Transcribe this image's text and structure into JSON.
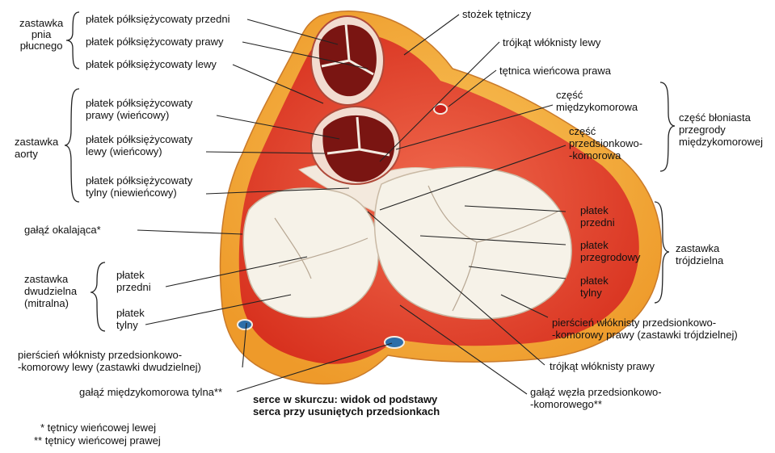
{
  "groups": {
    "pulmonary_valve": [
      "zastawka",
      "pnia",
      "płucnego"
    ],
    "aortic_valve": [
      "zastawka",
      "aorty"
    ],
    "membranous_part": [
      "część błoniasta",
      "przegrody",
      "międzykomorowej"
    ],
    "tricuspid_valve": [
      "zastawka",
      "trójdzielna"
    ],
    "mitral_valve": [
      "zastawka",
      "dwudzielna",
      "(mitralna)"
    ]
  },
  "labels": {
    "pulm_anterior": "płatek półksiężycowaty przedni",
    "pulm_right": "płatek półksiężycowaty prawy",
    "pulm_left": "płatek półksiężycowaty lewy",
    "aortic_right": [
      "płatek półksiężycowaty",
      "prawy (wieńcowy)"
    ],
    "aortic_left": [
      "płatek półksiężycowaty",
      "lewy (wieńcowy)"
    ],
    "aortic_posterior": [
      "płatek półksiężycowaty",
      "tylny (niewieńcowy)"
    ],
    "circumflex": "gałąź okalająca*",
    "mitral_anterior": [
      "płatek",
      "przedni"
    ],
    "mitral_posterior": [
      "płatek",
      "tylny"
    ],
    "left_fibrous_ring": [
      "pierścień włóknisty przedsionkowo-",
      "-komorowy lewy (zastawki dwudzielnej)"
    ],
    "posterior_interventricular": "gałąź międzykomorowa tylna**",
    "conus": "stożek tętniczy",
    "left_fibrous_trigone": "trójkąt włóknisty lewy",
    "right_coronary": "tętnica wieńcowa prawa",
    "interventricular_part": [
      "część",
      "międzykomorowa"
    ],
    "atrioventricular_part": [
      "część",
      "przedsionkowo-",
      "-komorowa"
    ],
    "tricuspid_anterior": [
      "płatek",
      "przedni"
    ],
    "tricuspid_septal": [
      "płatek",
      "przegrodowy"
    ],
    "tricuspid_posterior": [
      "płatek",
      "tylny"
    ],
    "right_fibrous_ring": [
      "pierścień włóknisty przedsionkowo-",
      "-komorowy prawy (zastawki trójdzielnej)"
    ],
    "right_fibrous_trigone": "trójkąt włóknisty prawy",
    "av_node_branch": [
      "gałąź węzła przedsionkowo-",
      "-komorowego**"
    ]
  },
  "caption": [
    "serce w skurczu: widok od podstawy",
    "serca przy usuniętych przedsionkach"
  ],
  "footnotes": [
    "* tętnicy wieńcowej lewej",
    "** tętnicy wieńcowej prawej"
  ],
  "colors": {
    "myocardium": "#e8452f",
    "fat": "#f5b13c",
    "fibrous": "#f3e9dd",
    "leaflet": "#f6f2e8",
    "valve_lumen": "#7a1512",
    "vessel": "#2d6ea8",
    "leader": "#222222"
  }
}
